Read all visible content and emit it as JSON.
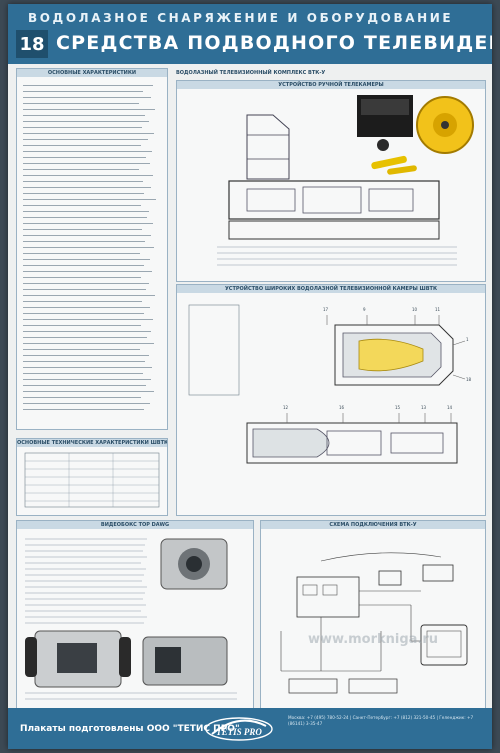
{
  "header": {
    "kicker": "ВОДОЛАЗНОЕ СНАРЯЖЕНИЕ И ОБОРУДОВАНИЕ",
    "number": "18",
    "title": "СРЕДСТВА ПОДВОДНОГО ТЕЛЕВИДЕНИЯ"
  },
  "subtitle": "ВОДОЛАЗНЫЙ ТЕЛЕВИЗИОННЫЙ КОМПЛЕКС ВТК-У",
  "panels": {
    "main_specs": "ОСНОВНЫЕ ХАРАКТЕРИСТИКИ",
    "handheld": "УСТРОЙСТВО РУЧНОЙ ТЕЛЕКАМЕРЫ",
    "tech_specs": "ОСНОВНЫЕ ТЕХНИЧЕСКИЕ ХАРАКТЕРИСТИКИ ШВТК",
    "wide_camera": "УСТРОЙСТВО ШИРОКИХ ВОДОЛАЗНОЙ ТЕЛЕВИЗИОННОЙ КАМЕРЫ ШВТК",
    "box": "ВИДЕОБОКС TOP DAWG",
    "scheme": "СХЕМА ПОДКЛЮЧЕНИЯ ВТК-У"
  },
  "camera_numbers": [
    "17",
    "9",
    "10",
    "11",
    "1",
    "18",
    "12",
    "16",
    "15",
    "13",
    "14"
  ],
  "footer": {
    "left": "Плакаты подготовлены ООО \"ТЕТИС ПРО\"",
    "logo": "TETIS PRO",
    "contacts": "Москва: +7 (495) 780-52-24 | Санкт-Петербург: +7 (812) 321-50-45 | Геленджик: +7 (86141) 3-35-47"
  },
  "watermark": "www.morkniga.ru",
  "colors": {
    "band": "#2f6e96",
    "panel": "#f7f8f8"
  }
}
